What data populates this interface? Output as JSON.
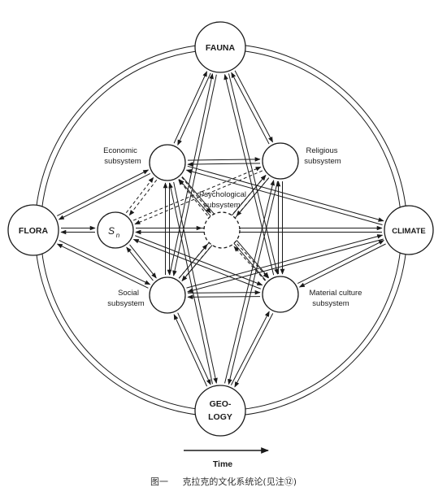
{
  "nodes": {
    "fauna": "FAUNA",
    "flora": "FLORA",
    "climate": "CLIMATE",
    "geology_line1": "GEO-",
    "geology_line2": "LOGY",
    "sn_base": "S",
    "sn_sub": "n",
    "economic_line1": "Economic",
    "economic_line2": "subsystem",
    "religious_line1": "Religious",
    "religious_line2": "subsystem",
    "psychological_line1": "Psychological",
    "psychological_line2": "subsystem",
    "social_line1": "Social",
    "social_line2": "subsystem",
    "material_line1": "Material culture",
    "material_line2": "subsystem"
  },
  "time_label": "Time",
  "caption": {
    "figure": "图一",
    "text": "克拉克的文化系统论(见注⑫)"
  }
}
